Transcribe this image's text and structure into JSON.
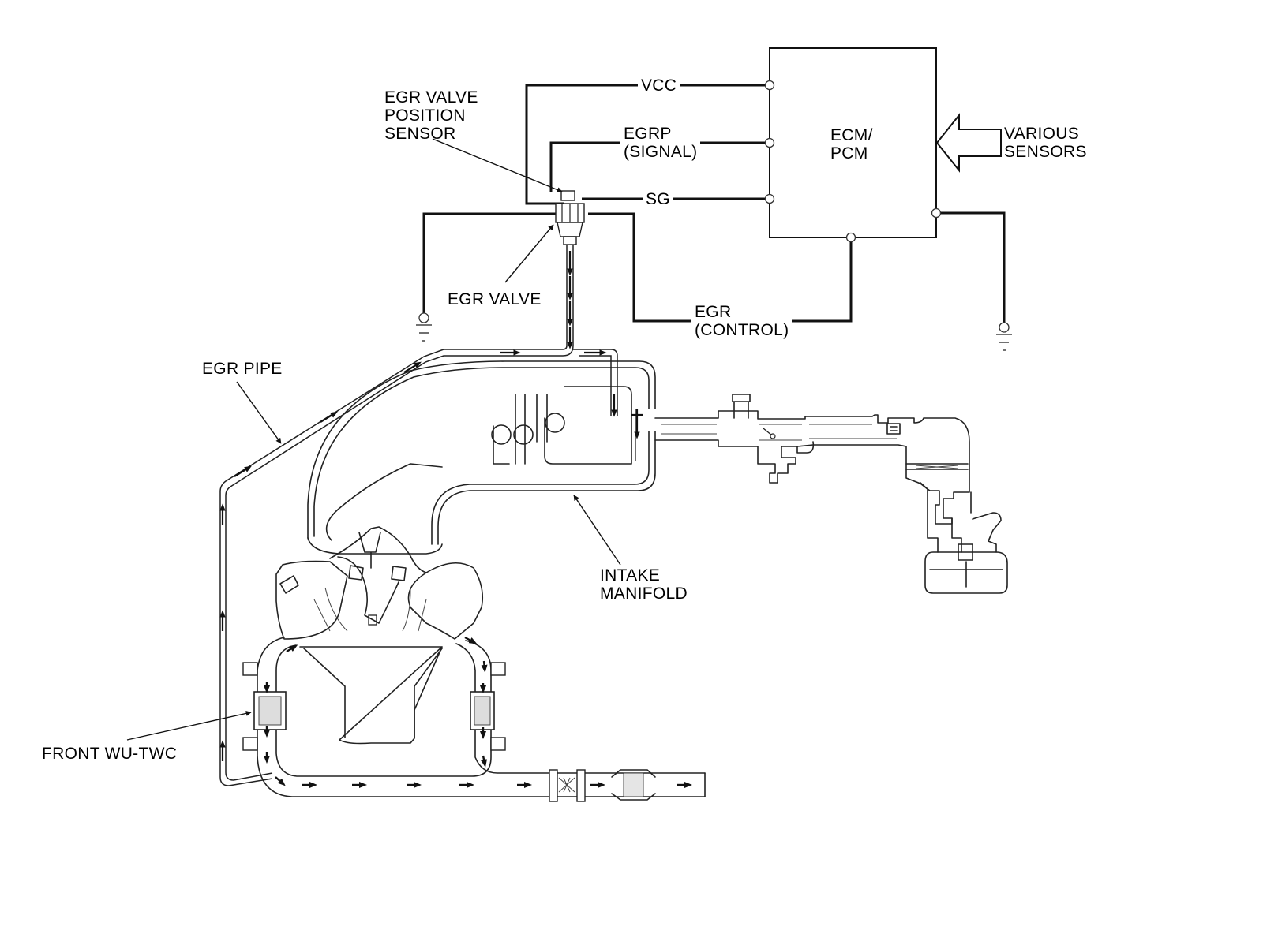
{
  "labels": {
    "ecm": [
      "ECM/",
      "PCM"
    ],
    "various_sensors": [
      "VARIOUS",
      "SENSORS"
    ],
    "vcc": "VCC",
    "egrp": [
      "EGRP",
      "(SIGNAL)"
    ],
    "sg": "SG",
    "egr_valve_position_sensor": [
      "EGR VALVE",
      "POSITION",
      "SENSOR"
    ],
    "egr_valve": "EGR VALVE",
    "egr_control": [
      "EGR",
      "(CONTROL)"
    ],
    "egr_pipe": "EGR PIPE",
    "intake_manifold": [
      "INTAKE",
      "MANIFOLD"
    ],
    "front_wu_twc": "FRONT WU-TWC"
  },
  "colors": {
    "line": "#111111",
    "background": "#ffffff"
  }
}
